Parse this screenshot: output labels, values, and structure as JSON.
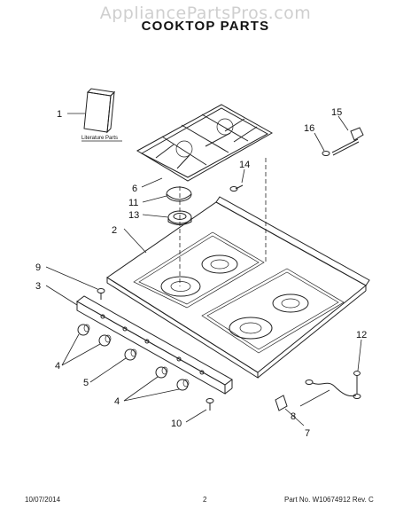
{
  "header": {
    "watermark": "AppliancePartsPros.com",
    "title": "COOKTOP PARTS"
  },
  "diagram": {
    "literature_label": "Literature Parts",
    "callouts": {
      "c1": "1",
      "c2": "2",
      "c3": "3",
      "c4a": "4",
      "c4b": "4",
      "c5": "5",
      "c6": "6",
      "c7": "7",
      "c8": "8",
      "c9": "9",
      "c10": "10",
      "c11": "11",
      "c12": "12",
      "c13": "13",
      "c14": "14",
      "c15": "15",
      "c16": "16"
    }
  },
  "footer": {
    "date": "10/07/2014",
    "page": "2",
    "part_number": "Part No. W10674912  Rev. C"
  }
}
